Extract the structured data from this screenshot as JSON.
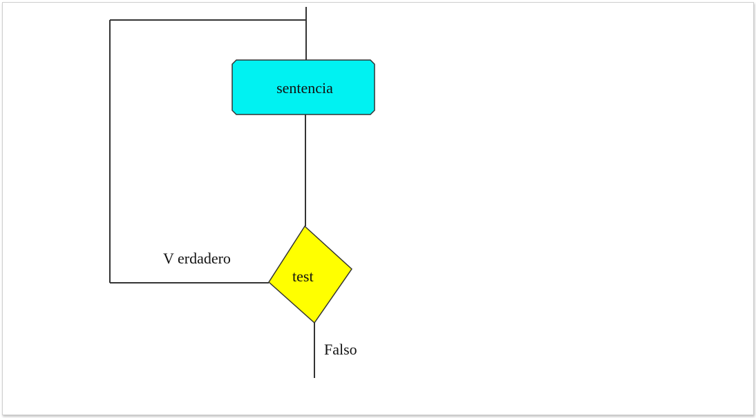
{
  "diagram": {
    "type": "flowchart",
    "title": "",
    "nodes": [
      {
        "id": "sentencia",
        "shape": "rounded-rectangle",
        "label": "sentencia",
        "fill": "#00f2f2"
      },
      {
        "id": "test",
        "shape": "diamond",
        "label": "test",
        "fill": "#ffff00"
      }
    ],
    "edges": [
      {
        "from": "entry",
        "to": "sentencia",
        "label": ""
      },
      {
        "from": "sentencia",
        "to": "test",
        "label": ""
      },
      {
        "from": "test",
        "to": "sentencia",
        "label": "Verdadero",
        "route": "loop-left"
      },
      {
        "from": "test",
        "to": "exit",
        "label": "Falso"
      }
    ],
    "labels": {
      "true_branch": "V erdadero",
      "false_branch": "Falso"
    },
    "colors": {
      "line": "#333333",
      "box_fill": "#00f2f2",
      "diamond_fill": "#ffff00"
    }
  }
}
